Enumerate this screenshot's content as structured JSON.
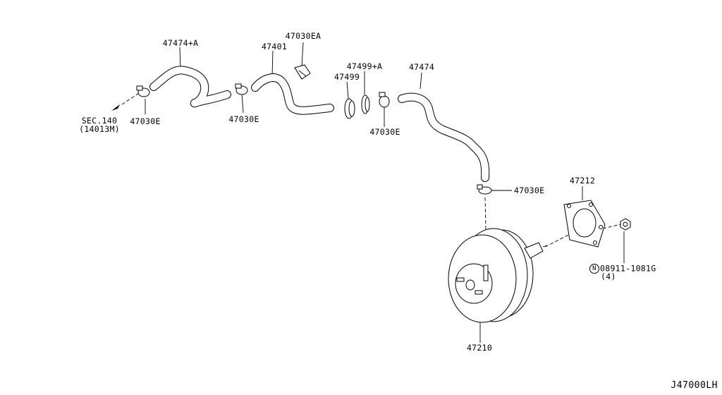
{
  "parts": {
    "hose_front": "47474+A",
    "hose_middle": "47401",
    "clip_ea": "47030EA",
    "valve_a": "47499+A",
    "valve": "47499",
    "hose_rear": "47474",
    "clamp_1": "47030E",
    "clamp_2": "47030E",
    "clamp_3": "47030E",
    "clamp_4": "47030E",
    "gasket": "47212",
    "booster": "47210",
    "nut": "08911-1081G",
    "nut_qty": "(4)",
    "sec_ref": "SEC.140",
    "sec_sub": "(14013M)"
  },
  "diagram_code": "J47000LH",
  "nut_symbol": "N"
}
